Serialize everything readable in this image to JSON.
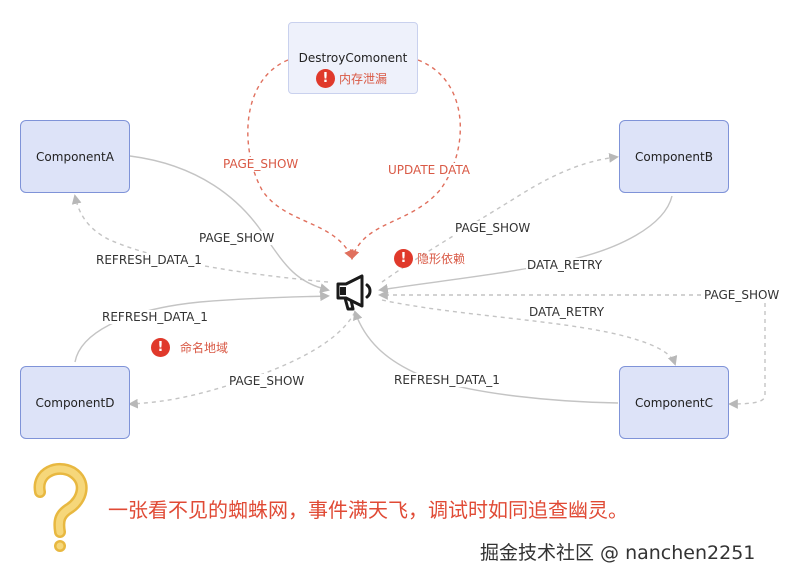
{
  "nodes": {
    "destroy": "DestroyComonent",
    "a": "ComponentA",
    "b": "ComponentB",
    "c": "ComponentC",
    "d": "ComponentD"
  },
  "warnings": {
    "memory_leak": "内存泄漏",
    "hidden_dep": "隐形依赖",
    "naming": "命名地域"
  },
  "edges": {
    "destroy_page_show": "PAGE_SHOW",
    "destroy_update_data": "UPDATE DATA",
    "a_page_show": "PAGE_SHOW",
    "a_refresh_data": "REFRESH_DATA_1",
    "d_refresh_data": "REFRESH_DATA_1",
    "d_page_show": "PAGE_SHOW",
    "b_page_show": "PAGE_SHOW",
    "b_data_retry": "DATA_RETRY",
    "c_page_show": "PAGE_SHOW",
    "c_data_retry": "DATA_RETRY",
    "c_refresh_data": "REFRESH_DATA_1"
  },
  "hub_icon": "megaphone-icon",
  "question_icon": "question-mark-icon",
  "bottom_text": "一张看不见的蜘蛛网，事件满天飞，调试时如同追查幽灵。",
  "credit": "掘金技术社区 @ nanchen2251",
  "colors": {
    "node_fill": "#dde3f8",
    "node_border": "#7f93d8",
    "warning_red": "#e0392b",
    "label_red": "#d95945",
    "line_gray": "#c4c4c4"
  }
}
